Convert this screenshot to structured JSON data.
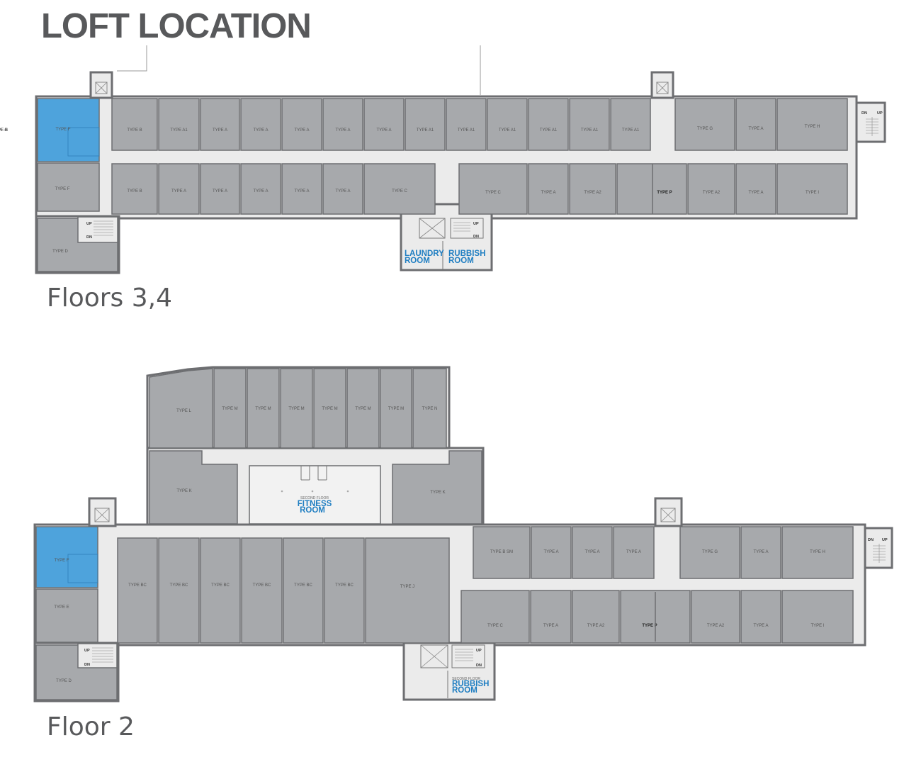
{
  "title": "LOFT LOCATION",
  "colors": {
    "unit": "#a7a9ac",
    "wall": "#6d6e71",
    "corridor": "#ebebeb",
    "highlight": "#4ea3dc",
    "amenity_text": "#1f7ec2"
  },
  "floors34": {
    "caption": "Floors 3,4",
    "north_units": [
      {
        "label": "TYPE B"
      },
      {
        "label": "TYPE A1"
      },
      {
        "label": "TYPE A"
      },
      {
        "label": "TYPE A"
      },
      {
        "label": "TYPE A"
      },
      {
        "label": "TYPE A"
      },
      {
        "label": "TYPE A"
      },
      {
        "label": "TYPE A1"
      },
      {
        "label": "TYPE A1"
      },
      {
        "label": "TYPE A1"
      },
      {
        "label": "TYPE A1"
      },
      {
        "label": "TYPE A1"
      },
      {
        "label": "TYPE A1"
      },
      {
        "label": "TYPE G"
      },
      {
        "label": "TYPE A"
      },
      {
        "label": "TYPE H"
      }
    ],
    "south_units": [
      {
        "label": "TYPE B"
      },
      {
        "label": "TYPE A"
      },
      {
        "label": "TYPE A"
      },
      {
        "label": "TYPE A"
      },
      {
        "label": "TYPE A"
      },
      {
        "label": "TYPE A"
      },
      {
        "label": "TYPE C"
      },
      {
        "label": "TYPE C"
      },
      {
        "label": "TYPE A"
      },
      {
        "label": "TYPE A2"
      },
      {
        "label": "TYPE P"
      },
      {
        "label": "TYPE A2"
      },
      {
        "label": "TYPE A"
      },
      {
        "label": "TYPE I"
      }
    ],
    "west_units": [
      {
        "label": "TYPE F"
      },
      {
        "label": "TYPE F"
      },
      {
        "label": "TYPE D"
      }
    ],
    "laundry": [
      "LAUNDRY",
      "ROOM"
    ],
    "rubbish": [
      "RUBBISH",
      "ROOM"
    ],
    "up": "UP",
    "dn": "DN"
  },
  "floor2": {
    "caption": "Floor 2",
    "top_units": [
      {
        "label": "TYPE L"
      },
      {
        "label": "TYPE M"
      },
      {
        "label": "TYPE M"
      },
      {
        "label": "TYPE M"
      },
      {
        "label": "TYPE M"
      },
      {
        "label": "TYPE M"
      },
      {
        "label": "TYPE M"
      },
      {
        "label": "TYPE N"
      }
    ],
    "mid_units": [
      {
        "label": "TYPE K"
      },
      {
        "label": "TYPE K"
      }
    ],
    "fitness": {
      "small": "SECOND FLOOR",
      "line1": "FITNESS",
      "line2": "ROOM"
    },
    "west_bc_units": [
      {
        "label": "TYPE BC"
      },
      {
        "label": "TYPE BC"
      },
      {
        "label": "TYPE BC"
      },
      {
        "label": "TYPE BC"
      },
      {
        "label": "TYPE BC"
      },
      {
        "label": "TYPE BC"
      },
      {
        "label": "TYPE J"
      }
    ],
    "east_north_units": [
      {
        "label": "TYPE B SM"
      },
      {
        "label": "TYPE A"
      },
      {
        "label": "TYPE A"
      },
      {
        "label": "TYPE A"
      },
      {
        "label": "TYPE G"
      },
      {
        "label": "TYPE A"
      },
      {
        "label": "TYPE H"
      }
    ],
    "east_south_units": [
      {
        "label": "TYPE C"
      },
      {
        "label": "TYPE A"
      },
      {
        "label": "TYPE A2"
      },
      {
        "label": "TYPE P"
      },
      {
        "label": "TYPE A2"
      },
      {
        "label": "TYPE A"
      },
      {
        "label": "TYPE I"
      }
    ],
    "west_units": [
      {
        "label": "TYPE F"
      },
      {
        "label": "TYPE E"
      },
      {
        "label": "TYPE D"
      }
    ],
    "rubbish": {
      "small": "SECOND FLOOR",
      "line1": "RUBBISH",
      "line2": "ROOM"
    },
    "up": "UP",
    "dn": "DN"
  }
}
